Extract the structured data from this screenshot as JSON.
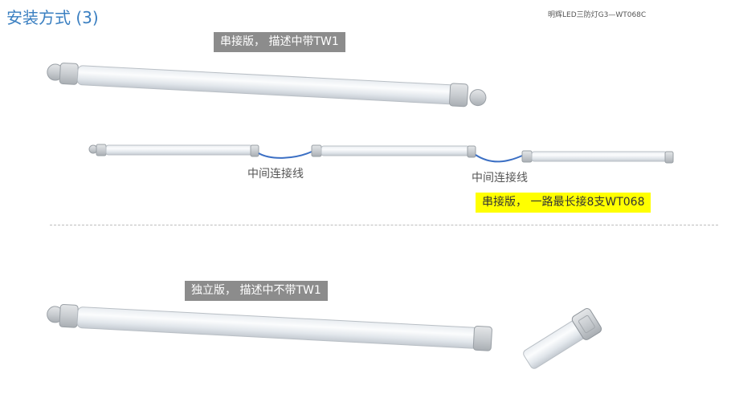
{
  "header": {
    "title": "安装方式 (3)",
    "note": "明辉LED三防灯G3—WT068C"
  },
  "series_section": {
    "label": "串接版， 描述中带TW1",
    "connector_label_1": "中间连接线",
    "connector_label_2": "中间连接线",
    "highlight": "串接版， 一路最长接8支WT068"
  },
  "standalone_section": {
    "label": "独立版， 描述中不带TW1"
  },
  "colors": {
    "title": "#3a7fc1",
    "label_gray": "#8c8c8c",
    "highlight_yellow": "#ffff00",
    "cable_blue": "#3b6fc4"
  }
}
